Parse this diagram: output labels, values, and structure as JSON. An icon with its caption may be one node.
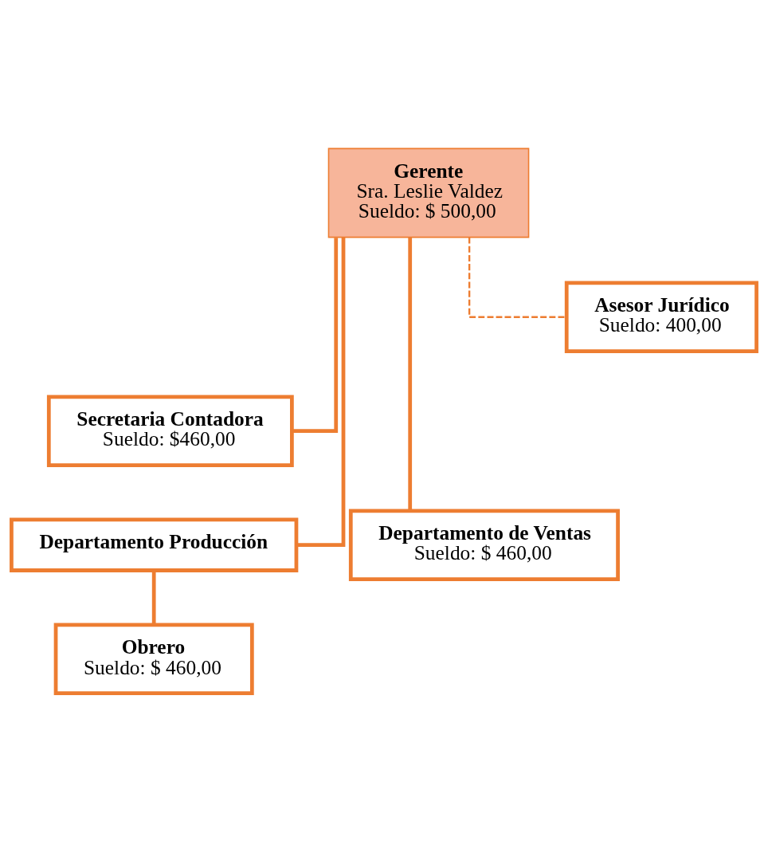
{
  "diagram": {
    "nodes": [
      {
        "text": [
          "Gerente",
          "Sra. Leslie Valdez",
          "Sueldo: $ 500,00"
        ]
      },
      {
        "text": [
          "Asesor Jurídico",
          "Sueldo: 400,00"
        ]
      },
      {
        "text": [
          "Secretaria Contadora",
          "Sueldo: $460,00"
        ]
      },
      {
        "text": [
          "Departamento Producción"
        ]
      },
      {
        "text": [
          "Departamento de Ventas",
          "Sueldo: $ 460,00"
        ]
      },
      {
        "text": [
          "Obrero",
          "Sueldo: $ 460,00"
        ]
      }
    ],
    "edges": [
      {
        "from": 0,
        "to": 1,
        "arrow": "none",
        "style": "dashed"
      },
      {
        "from": 0,
        "to": 2,
        "arrow": "none"
      },
      {
        "from": 0,
        "to": 3,
        "arrow": "none"
      },
      {
        "from": 0,
        "to": 4,
        "arrow": "none"
      },
      {
        "from": 3,
        "to": 5,
        "arrow": "none"
      }
    ]
  }
}
